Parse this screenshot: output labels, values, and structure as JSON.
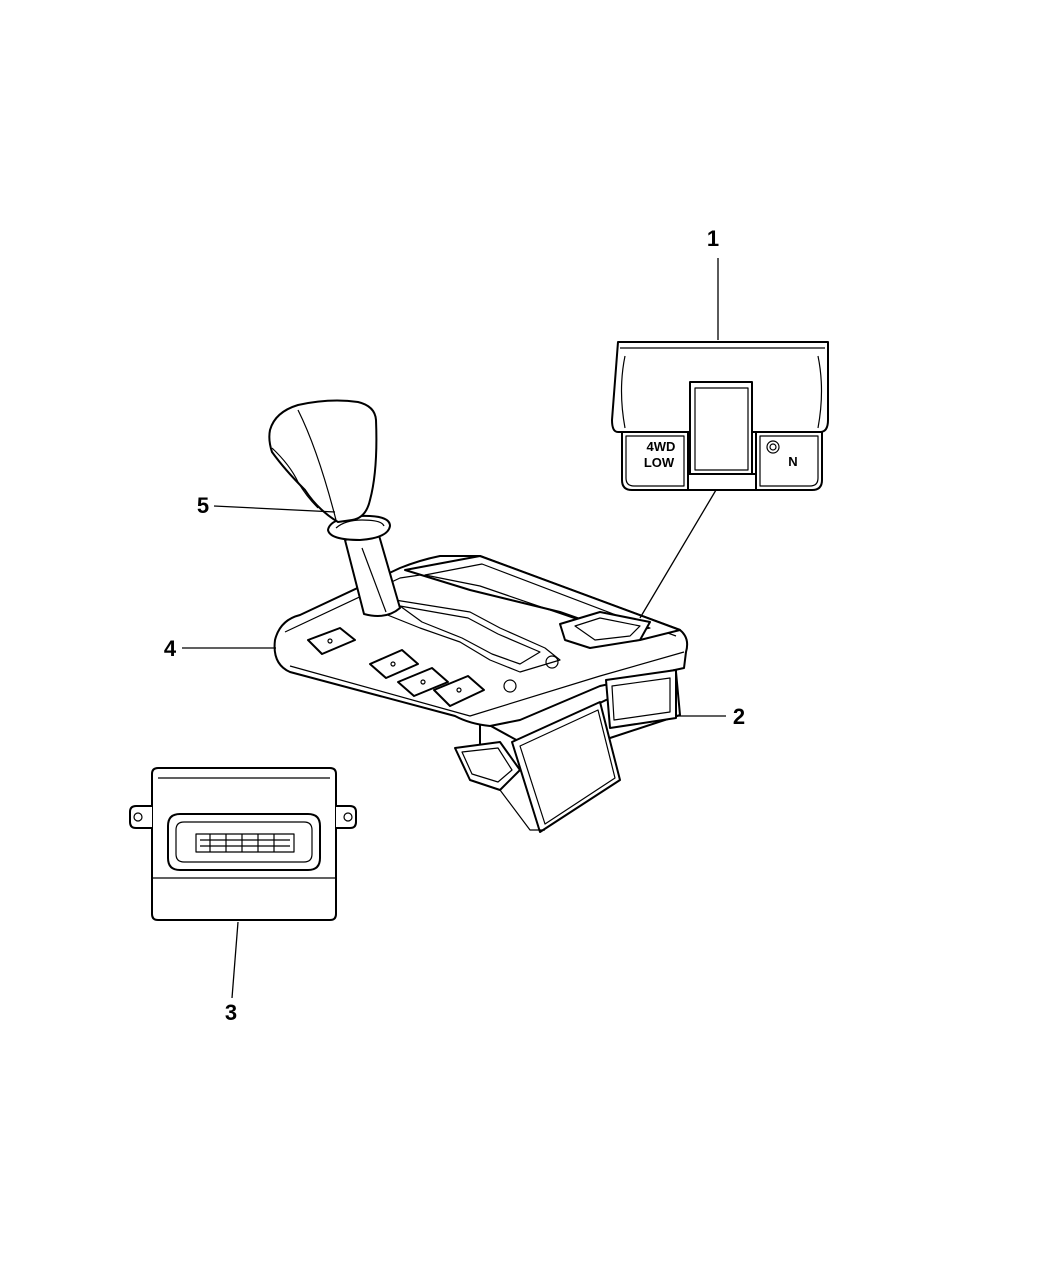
{
  "callouts": {
    "c1": "1",
    "c2": "2",
    "c3": "3",
    "c4": "4",
    "c5": "5"
  },
  "switch_panel": {
    "left_button_line1": "4WD",
    "left_button_line2": "LOW",
    "right_button_label": "N"
  },
  "colors": {
    "line": "#000000",
    "background": "#ffffff"
  }
}
